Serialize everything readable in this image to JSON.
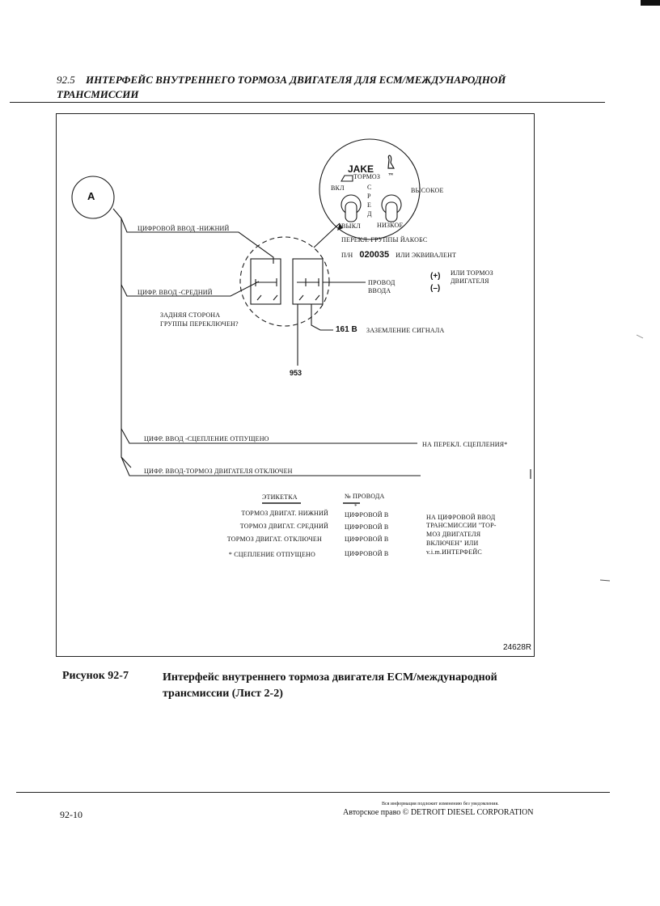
{
  "header": {
    "section": "92.5",
    "title": "ИНТЕРФЕЙС ВНУТРЕННЕГО ТОРМОЗА ДВИГАТЕЛЯ ДЛЯ ECM/МЕЖДУНАРОДНОЙ ТРАНСМИССИИ"
  },
  "diagram": {
    "connector": "A",
    "switch_panel": {
      "logo": "JAKE",
      "brake": "ТОРМОЗ",
      "tm": "™",
      "on": "ВКЛ",
      "med": [
        "С",
        "Р",
        "Е",
        "Д"
      ],
      "high": "ВЫСОКОЕ",
      "off": "ВЫКЛ",
      "low": "НИЗКОЕ",
      "caption": "ПЕРЕКЛ. ГРУППЫ ЙАКОБС",
      "pn_prefix": "П/Н",
      "pn": "020035",
      "pn_suffix": "ИЛИ ЭКВИВАЛЕНТ"
    },
    "wires": {
      "low": "ЦИФРОВОЙ ВВОД -НИЖНИЙ",
      "mid": "ЦИФР. ВВОД -СРЕДНИЙ",
      "clutch": "ЦИФР. ВВОД -СЦЕПЛЕНИЕ ОТПУЩЕНО",
      "brake_off": "ЦИФР. ВВОД-ТОРМОЗ ДВИГАТЕЛЯ ОТКЛЮЧЕН"
    },
    "back_side": [
      "ЗАДНЯЯ СТОРОНА",
      "ГРУППЫ ПЕРЕКЛЮЧЕН?"
    ],
    "input_wire": [
      "ПРОВОД",
      "ВВОДА"
    ],
    "plus": "(+)",
    "minus": "(–)",
    "or_brake": [
      "ИЛИ ТОРМОЗ",
      "ДВИГАТЕЛЯ"
    ],
    "wire_161": "161 В",
    "signal_ground": "ЗАЗЕМЛЕНИЕ СИГНАЛА",
    "wire_953": "953",
    "to_clutch_switch": "НА ПЕРЕКЛ. СЦЕПЛЕНИЯ*",
    "figure_code": "24628R"
  },
  "table": {
    "col_label": "ЭТИКЕТКА",
    "col_wire": "№ ПРОВОДА",
    "asterisk": "*",
    "rows": [
      {
        "label": "ТОРМОЗ ДВИГАТ. НИЖНИЙ",
        "wire": "ЦИФРОВОЙ В"
      },
      {
        "label": "ТОРМОЗ ДВИГАТ. СРЕДНИЙ",
        "wire": "ЦИФРОВОЙ В"
      },
      {
        "label": "ТОРМОЗ ДВИГАТ. ОТКЛЮЧЕН",
        "wire": "ЦИФРОВОЙ В"
      },
      {
        "label": "* СЦЕПЛЕНИЕ ОТПУЩЕНО",
        "wire": "ЦИФРОВОЙ В"
      }
    ],
    "note": [
      "НА ЦИФРОВОЙ ВВОД",
      "ТРАНСМИССИИ \"ТОР-",
      "МОЗ ДВИГАТЕЛЯ",
      "ВКЛЮЧЕН\" ИЛИ",
      "v.i.m.ИНТЕРФЕЙС"
    ]
  },
  "caption": {
    "label": "Рисунок 92-7",
    "text": "Интерфейс внутреннего тормоза двигателя ECM/международной трансмиссии (Лист 2-2)"
  },
  "footer": {
    "page": "92-10",
    "notice": "Вся информация подлежит изменению без уведомления.",
    "copyright": "Авторское право © DETROIT DIESEL CORPORATION"
  }
}
